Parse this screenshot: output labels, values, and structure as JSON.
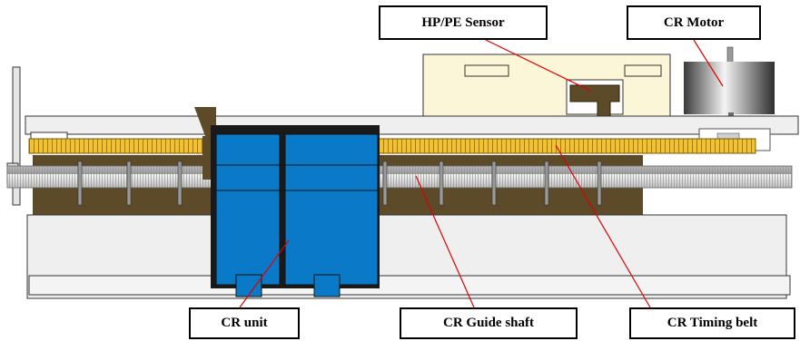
{
  "labels": {
    "hp_pe_sensor": "HP/PE Sensor",
    "cr_motor": "CR Motor",
    "cr_unit": "CR unit",
    "cr_guide_shaft": "CR Guide shaft",
    "cr_timing_belt": "CR Timing belt"
  },
  "colors": {
    "timing_belt": "#f2c230",
    "frame": "#5c4a28",
    "carriage": "#0a7ac8",
    "carriage_dark": "#1a1a1a",
    "sensor_panel": "#fbf6d8",
    "sensor_arm": "#5c4a28",
    "leader_line": "#e00000",
    "base": "#efefef"
  },
  "icons": {
    "motor": "cylinder-gradient-icon"
  }
}
